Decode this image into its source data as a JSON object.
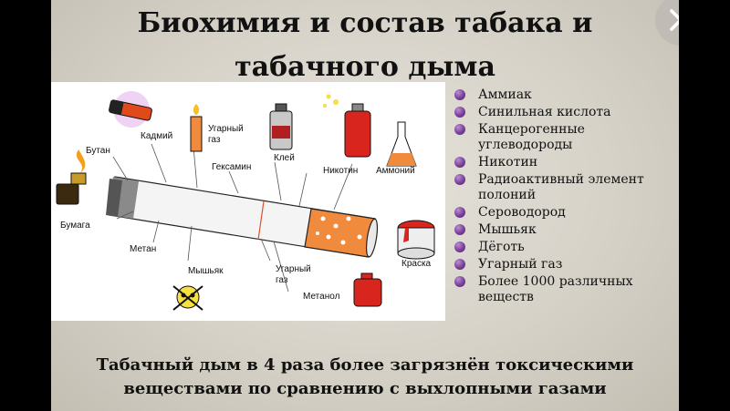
{
  "slide": {
    "title_line1": "Биохимия и состав табака и",
    "title_line2": "табачного дыма",
    "footer_line1": "Табачный дым в 4 раза более загрязнён токсическими",
    "footer_line2": "веществами по сравнению с выхлопными газами"
  },
  "diagram_labels": {
    "butan": "Бутан",
    "kadmiy": "Кадмий",
    "ugarny_gaz_top_1": "Угарный",
    "ugarny_gaz_top_2": "газ",
    "geksamin": "Гексамин",
    "kley": "Клей",
    "nikotin": "Никотин",
    "ammoniy": "Аммоний",
    "bumaga": "Бумага",
    "metan": "Метан",
    "myshyak": "Мышьяк",
    "ugarny_gaz_bottom_1": "Угарный",
    "ugarny_gaz_bottom_2": "газ",
    "metanol": "Метанол",
    "kraska": "Краска"
  },
  "components": [
    "Аммиак",
    "Синильная кислота",
    "Канцерогенные углеводороды",
    "Никотин",
    "Радиоактивный элемент полоний",
    "Сероводород",
    "Мышьяк",
    "Дёготь",
    "Угарный газ",
    "Более 1000 различных веществ"
  ],
  "colors": {
    "bullet": "#7a3f9a",
    "filter": "#f08a3c",
    "slide_background": "#dcd9d2"
  },
  "icons": {
    "close": "close-icon",
    "bullet": "sphere-bullet-icon"
  }
}
